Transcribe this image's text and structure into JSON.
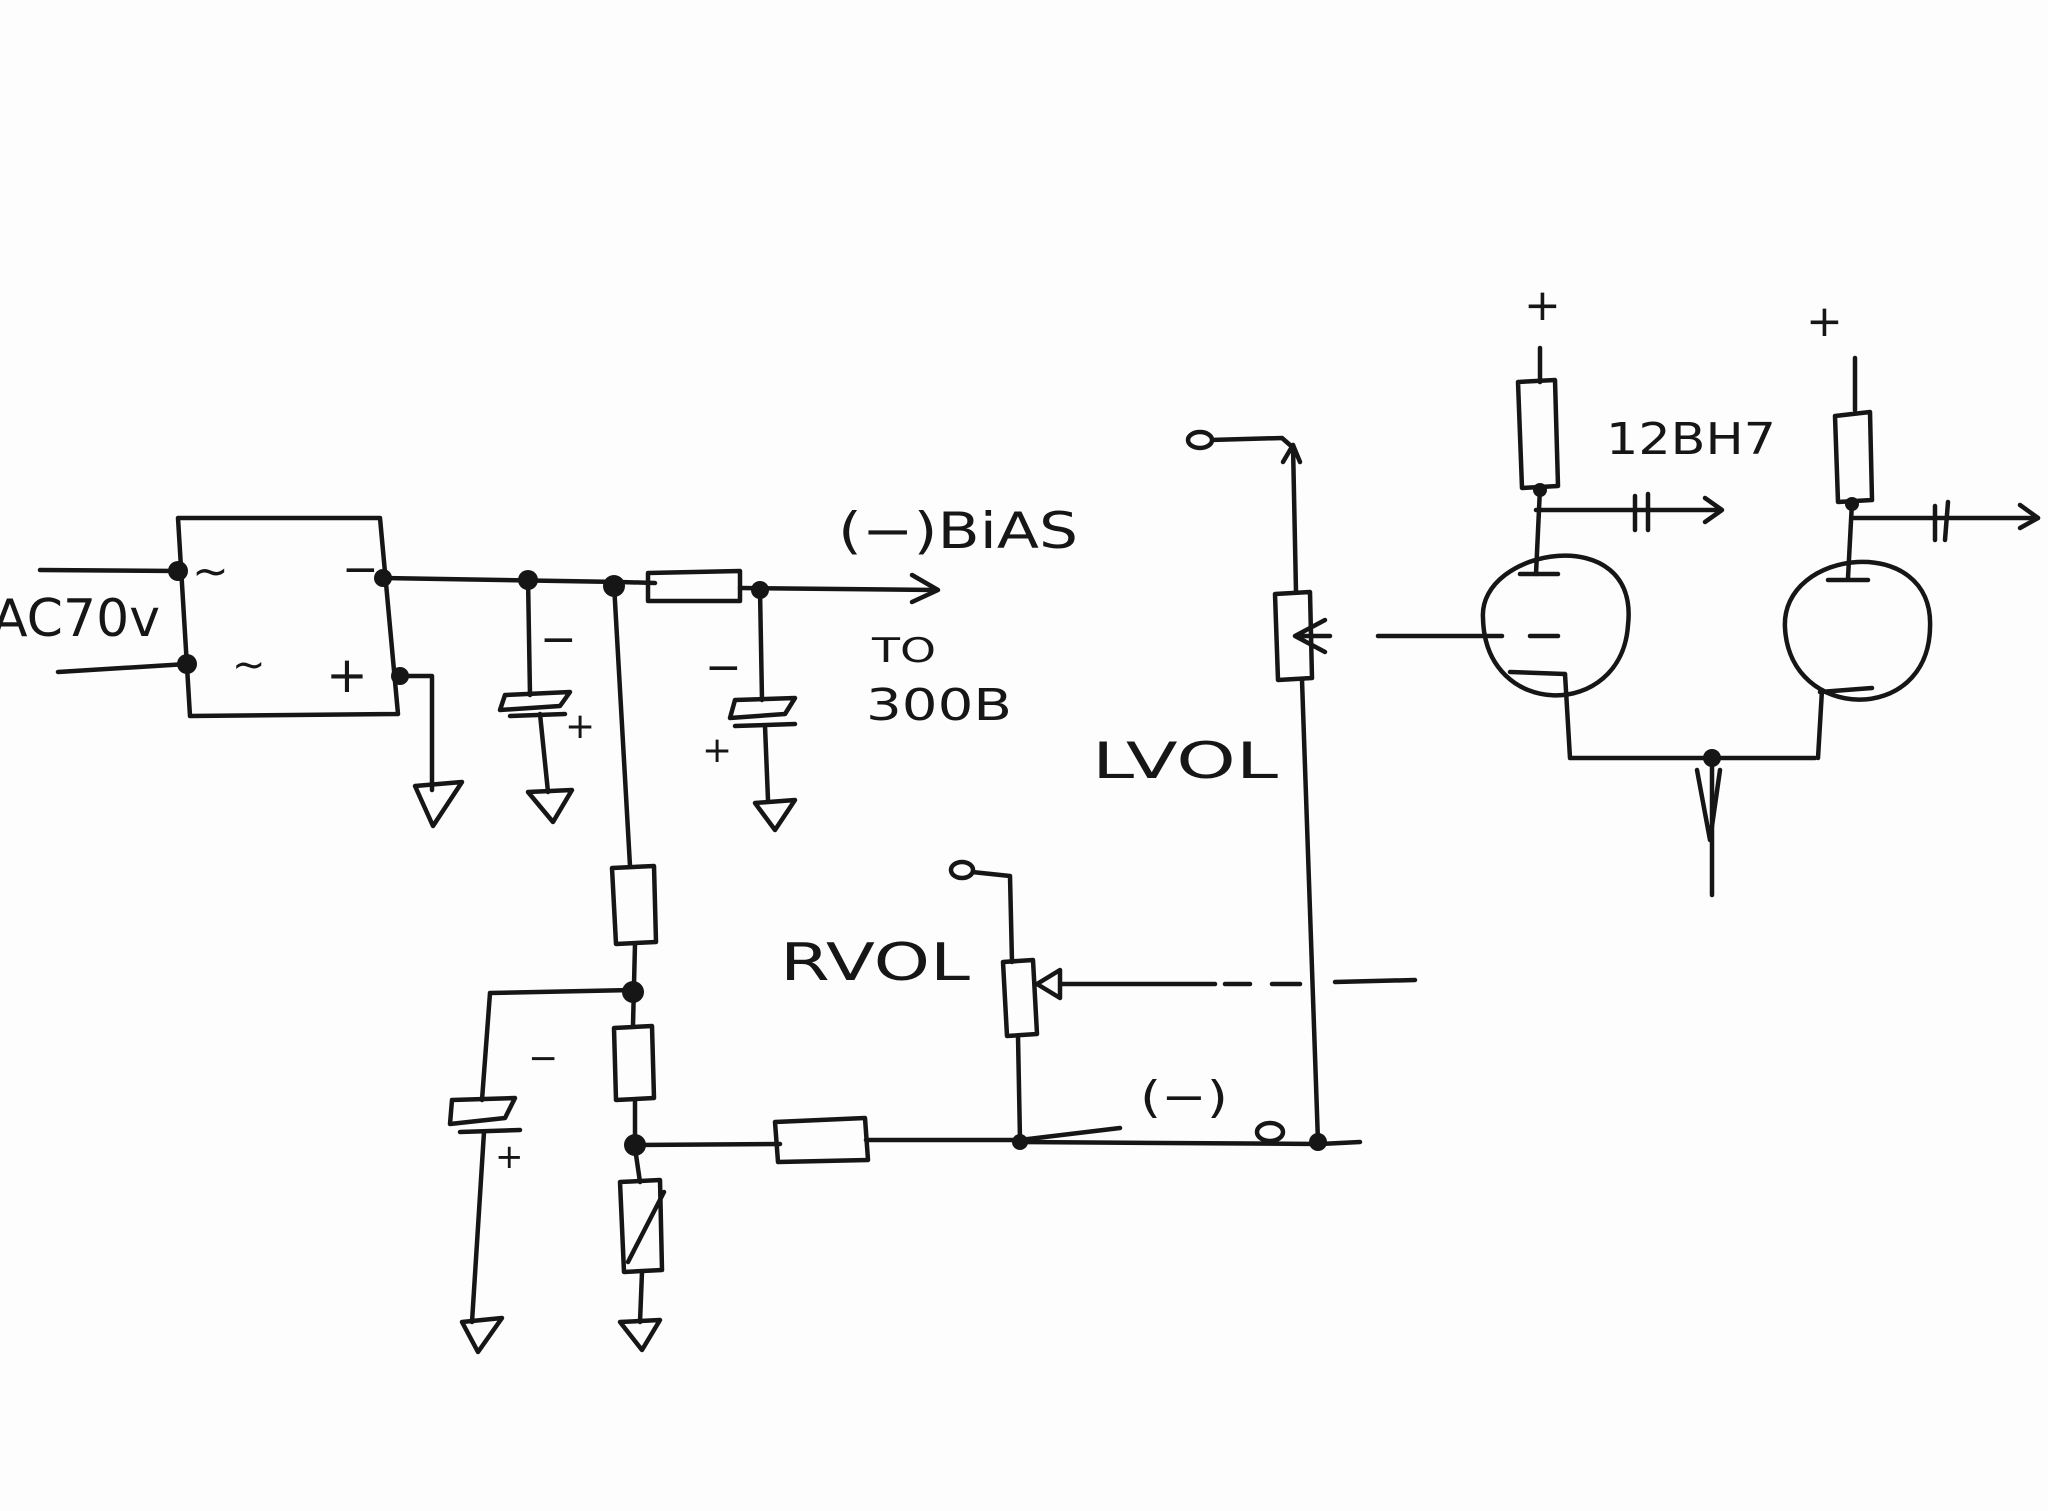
{
  "labels": {
    "ac_input": "AC70v",
    "tilde_1": "~",
    "tilde_2": "~",
    "bridge_minus": "−",
    "bridge_plus": "+",
    "c1_minus": "−",
    "c1_plus": "+",
    "c2_minus": "−",
    "c2_plus": "+",
    "bias": "(−)BiAS",
    "to": "TO",
    "target": "300B",
    "tube": "12BH7",
    "left_vol": "LVOL",
    "right_vol": "RVOL",
    "negative_rail": "(−)",
    "supply_plus_1": "+",
    "supply_plus_2": "+",
    "c3_minus": "−",
    "c3_plus": "+"
  },
  "colors": {
    "ink": "#161616",
    "paper": "#fdfdfd"
  }
}
